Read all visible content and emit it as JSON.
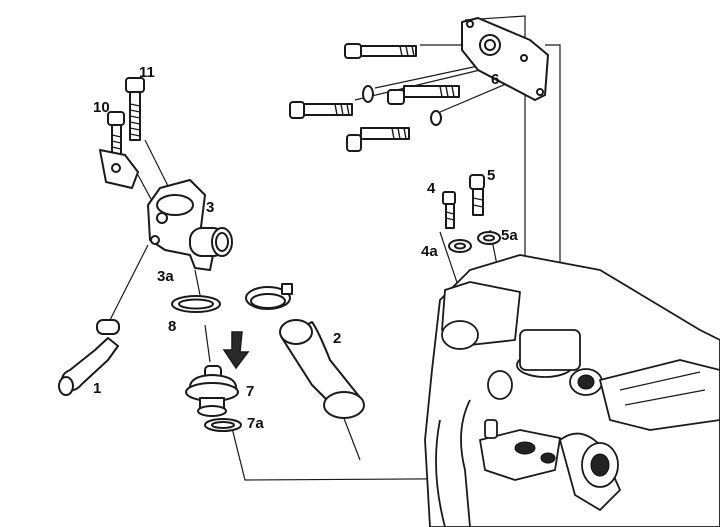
{
  "labels": {
    "l1": "1",
    "l2": "2",
    "l3": "3",
    "l3a": "3a",
    "l4": "4",
    "l4a": "4a",
    "l5": "5",
    "l5a": "5a",
    "l6": "6",
    "l7": "7",
    "l7a": "7a",
    "l8": "8",
    "l10": "10",
    "l11": "11"
  }
}
